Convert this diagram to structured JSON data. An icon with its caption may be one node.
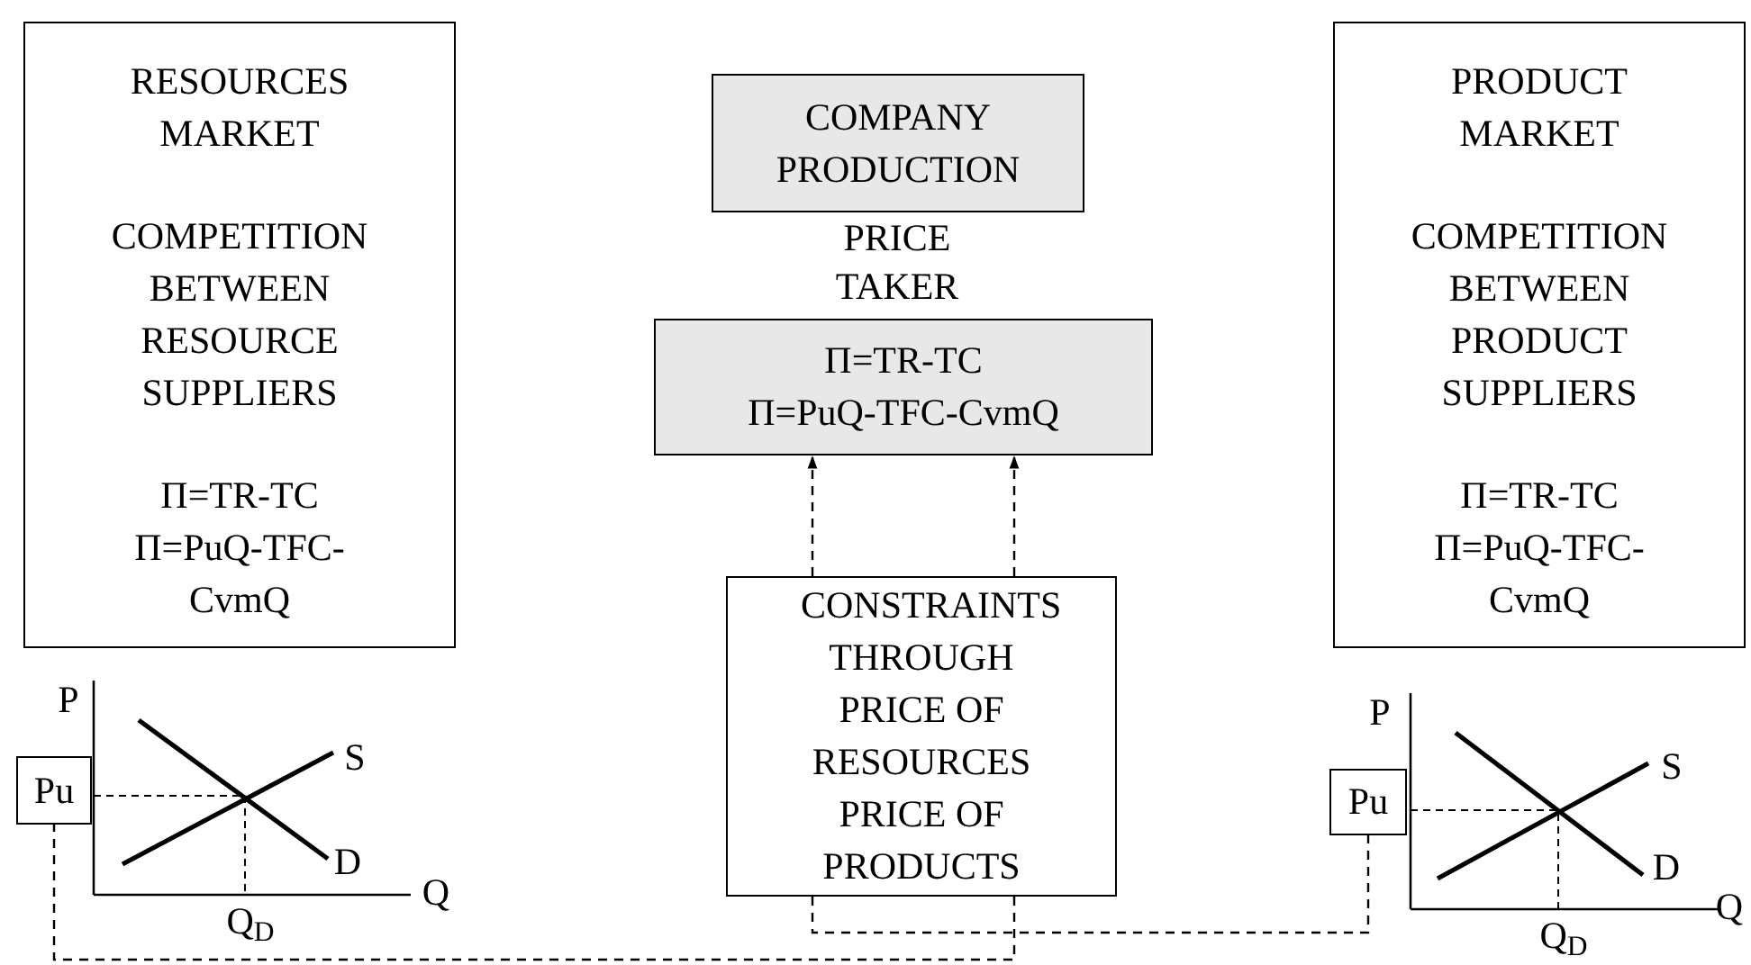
{
  "diagram": {
    "nodes": [
      {
        "text": [
          "RESOURCES MARKET",
          "COMPETITION BETWEEN RESOURCE SUPPLIERS",
          "Π=TR-TC",
          "Π=PuQ-TFC-CvmQ"
        ]
      },
      {
        "text": [
          "COMPANY PRODUCTION"
        ]
      },
      {
        "text": [
          "Π=TR-TC",
          "Π=PuQ-TFC-CvmQ"
        ]
      },
      {
        "text": [
          "CONSTRAINTS THROUGH PRICE OF RESOURCES PRICE OF PRODUCTS"
        ]
      },
      {
        "text": [
          "PRODUCT MARKET",
          "COMPETITION BETWEEN PRODUCT SUPPLIERS",
          "Π=TR-TC",
          "Π=PuQ-TFC-CvmQ"
        ]
      },
      {
        "text": [
          "Pu"
        ]
      },
      {
        "text": [
          "Pu"
        ]
      }
    ],
    "edges": [
      {
        "from": 3,
        "to": 2,
        "arrow": "to",
        "style": "dashed"
      },
      {
        "from": 3,
        "to": 2,
        "arrow": "to",
        "style": "dashed"
      },
      {
        "from": 3,
        "to": 6,
        "arrow": "none",
        "style": "dashed"
      },
      {
        "from": 3,
        "to": 5,
        "arrow": "none",
        "style": "dashed"
      }
    ],
    "labels": [
      "PRICE TAKER",
      "P",
      "S",
      "D",
      "Q",
      "Q$_{D}$",
      "P",
      "S",
      "D",
      "Q",
      "Q$_{D}$"
    ]
  }
}
